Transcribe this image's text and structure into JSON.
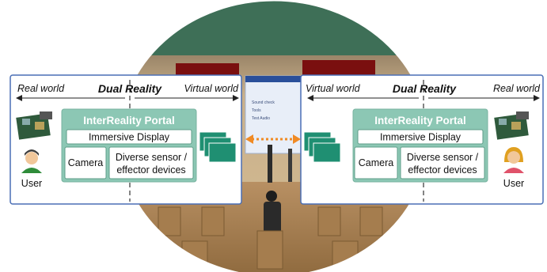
{
  "panels": [
    {
      "id": "left",
      "left_label": "Real world",
      "center_label": "Dual Reality",
      "right_label": "Virtual world",
      "portal_title": "InterReality Portal",
      "immersive_display": "Immersive Display",
      "camera": "Camera",
      "sensor_line1": "Diverse sensor /",
      "sensor_line2": "effector devices",
      "user_label": "User"
    },
    {
      "id": "right",
      "left_label": "Virtual world",
      "center_label": "Dual Reality",
      "right_label": "Real world",
      "portal_title": "InterReality Portal",
      "immersive_display": "Immersive Display",
      "camera": "Camera",
      "sensor_line1": "Diverse sensor /",
      "sensor_line2": "effector devices",
      "user_label": "User"
    }
  ],
  "scene_screen_lines": [
    "Sound check",
    "Tools",
    "Test Audio"
  ],
  "colors": {
    "panel_border": "#4a6fb5",
    "portal_fill": "#8cc7b4",
    "portal_title": "#ffffff",
    "display_stack": "#1f8f72",
    "arrow": "#f08a24",
    "scene_wall": "#c7ad86",
    "scene_floor": "#b58e5c"
  }
}
